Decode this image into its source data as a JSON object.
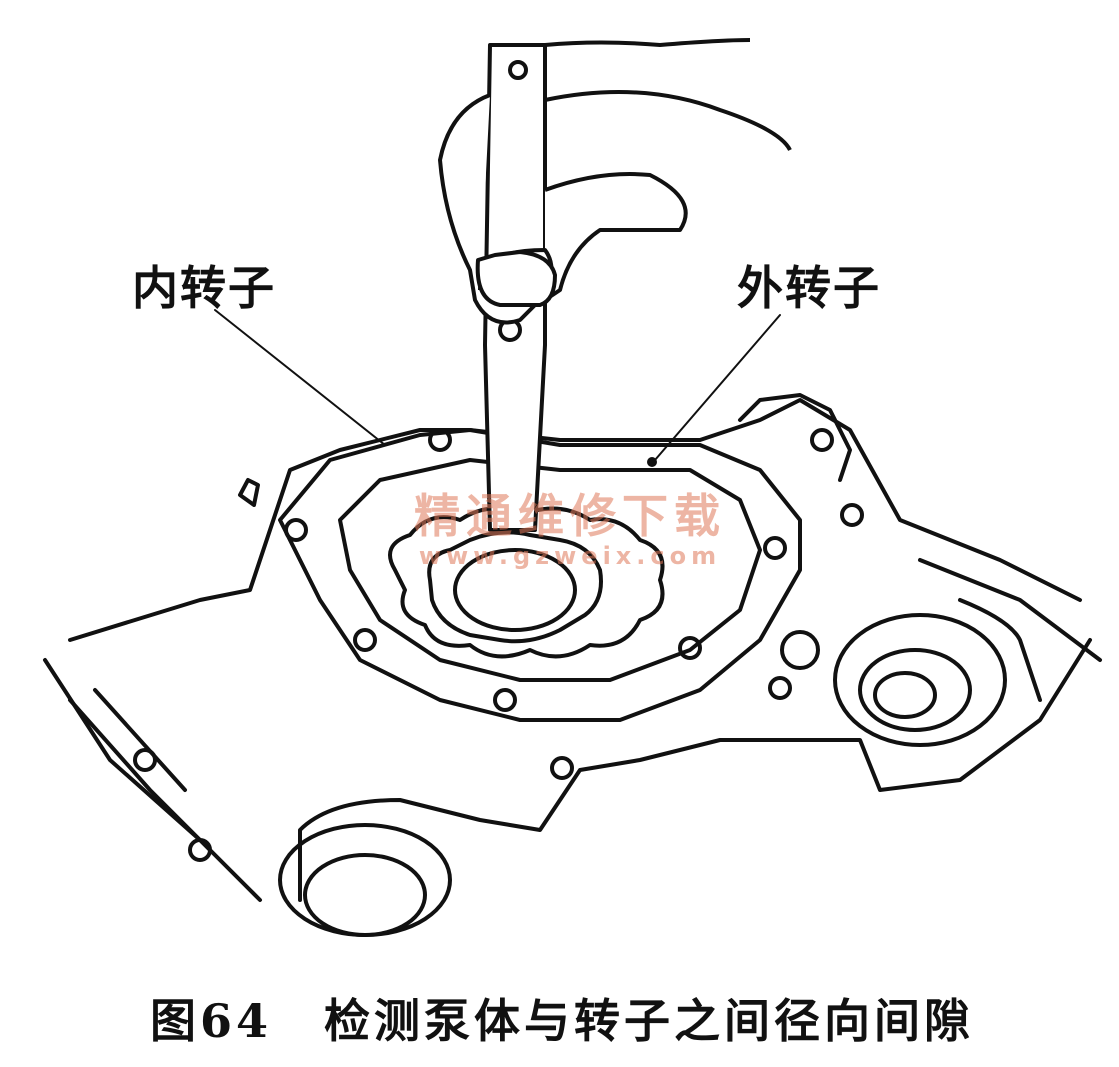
{
  "labels": {
    "inner_rotor": "内转子",
    "outer_rotor": "外转子"
  },
  "caption": {
    "figure_number": "图64",
    "title": "检测泵体与转子之间径向间隙"
  },
  "watermark": {
    "text_cn": "精通维修下载",
    "url": "www.gzweix.com"
  }
}
